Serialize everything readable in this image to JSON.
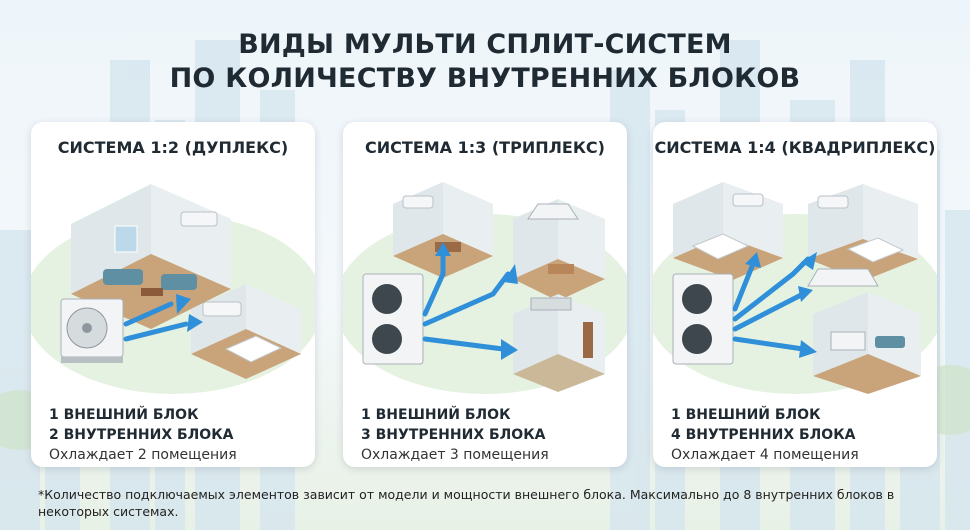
{
  "title_line1": "ВИДЫ МУЛЬТИ СПЛИТ-СИСТЕМ",
  "title_line2": "ПО КОЛИЧЕСТВУ ВНУТРЕННИХ БЛОКОВ",
  "cards": [
    {
      "title": "СИСТЕМА 1:2 (ДУПЛЕКС)",
      "line1": "1 ВНЕШНИЙ БЛОК",
      "line2": "2 ВНУТРЕННИХ БЛОКА",
      "line3": "Охлаждает 2 помещения"
    },
    {
      "title": "СИСТЕМА 1:3 (ТРИПЛЕКС)",
      "line1": "1 ВНЕШНИЙ БЛОК",
      "line2": "3 ВНУТРЕННИХ БЛОКА",
      "line3": "Охлаждает 3 помещения"
    },
    {
      "title": "СИСТЕМА 1:4 (КВАДРИПЛЕКС)",
      "line1": "1 ВНЕШНИЙ БЛОК",
      "line2": "4 ВНУТРЕННИХ БЛОКА",
      "line3": "Охлаждает 4 помещения"
    }
  ],
  "footnote": "*Количество подключаемых элементов зависит от модели и мощности внешнего блока. Максимально до 8 внутренних блоков в некоторых системах.",
  "colors": {
    "arrow": "#2f8fd8",
    "wall": "#e9eef0",
    "floor": "#c79a6a",
    "unit": "#f2f4f5"
  }
}
